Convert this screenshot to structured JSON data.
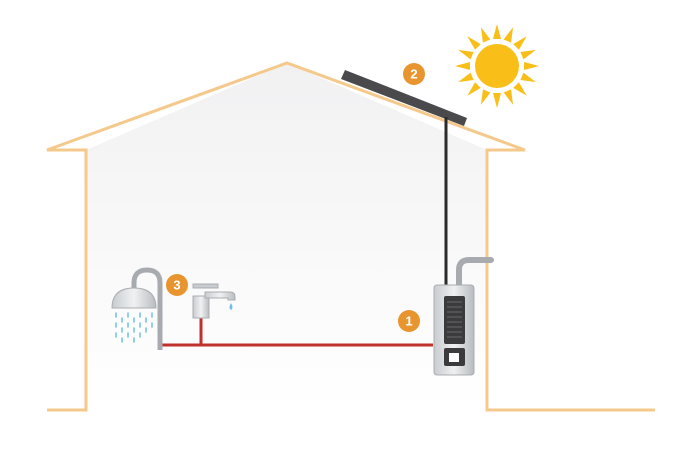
{
  "diagram": {
    "colors": {
      "background": "#ffffff",
      "house_outline": "#f5c98c",
      "house_fill": "#f3f3f4",
      "panel": "#4a4a4c",
      "sun": "#f9be17",
      "pipe": "#c1312b",
      "connection": "#2b2b2b",
      "badge": "#e8952f",
      "fixture": "#b4b8bc",
      "water_drops": "#6ec0e6"
    },
    "markers": [
      {
        "label": "1",
        "refers_to": "water-heater-tank"
      },
      {
        "label": "2",
        "refers_to": "solar-panel"
      },
      {
        "label": "3",
        "refers_to": "shower-and-faucet"
      }
    ],
    "icons": [
      "sun-icon",
      "solar-panel",
      "water-heater-tank",
      "shower-head-icon",
      "faucet-icon"
    ]
  }
}
